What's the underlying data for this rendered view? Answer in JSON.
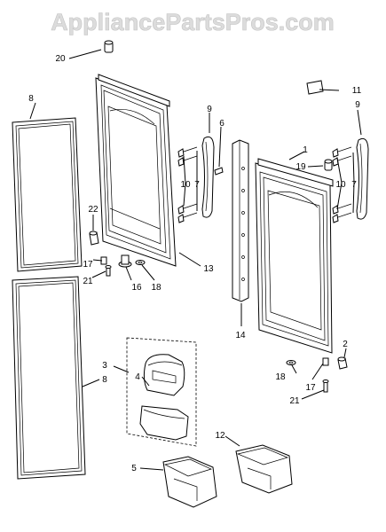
{
  "watermark": "AppliancePartsPros.com",
  "callouts": {
    "c1": "1",
    "c2": "2",
    "c3": "3",
    "c4": "4",
    "c5": "5",
    "c6": "6",
    "c7a": "7",
    "c7b": "7",
    "c8a": "8",
    "c8b": "8",
    "c9a": "9",
    "c9b": "9",
    "c10a": "10",
    "c10b": "10",
    "c11": "11",
    "c12": "12",
    "c13": "13",
    "c14": "14",
    "c16": "16",
    "c17a": "17",
    "c17b": "17",
    "c18a": "18",
    "c18b": "18",
    "c19": "19",
    "c20": "20",
    "c21a": "21",
    "c21b": "21",
    "c22": "22"
  }
}
